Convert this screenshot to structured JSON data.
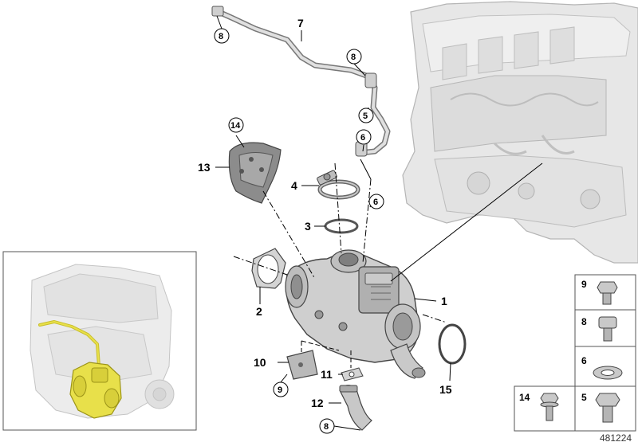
{
  "diagram": {
    "reference_id": "481224",
    "callouts": {
      "c1": "1",
      "c2": "2",
      "c3": "3",
      "c4": "4",
      "c7": "7",
      "c10": "10",
      "c11": "11",
      "c12": "12",
      "c13": "13",
      "c15": "15",
      "circ8a": "8",
      "circ8b": "8",
      "circ8c": "8",
      "circ5": "5",
      "circ6a": "6",
      "circ6b": "6",
      "circ9": "9",
      "circ14": "14"
    },
    "fastener_legend": {
      "n9": "9",
      "n8": "8",
      "n6": "6",
      "n14": "14",
      "n5": "5"
    }
  },
  "colors": {
    "part_fill": "#d9d9d9",
    "part_stroke": "#555555",
    "engine_fill": "#e6e6e6",
    "highlight_yellow": "#e8e04a",
    "line": "#000000"
  }
}
